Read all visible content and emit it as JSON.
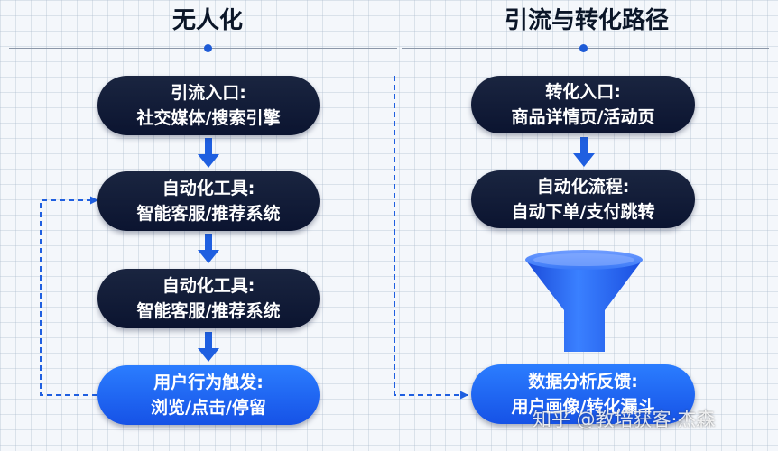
{
  "left_section": {
    "title": "无人化",
    "nodes": [
      {
        "line1": "引流入口:",
        "line2": "社交媒体/搜索引擎"
      },
      {
        "line1": "自动化工具:",
        "line2": "智能客服/推荐系统"
      },
      {
        "line1": "自动化工具:",
        "line2": "智能客服/推荐系统"
      },
      {
        "line1": "用户行为触发:",
        "line2": "浏览/点击/停留"
      }
    ]
  },
  "right_section": {
    "title": "引流与转化路径",
    "nodes": [
      {
        "line1": "转化入口:",
        "line2": "商品详情页/活动页"
      },
      {
        "line1": "自动化流程:",
        "line2": "自动下单/支付跳转"
      },
      {
        "line1": "数据分析反馈:",
        "line2": "用户画像/转化漏斗"
      }
    ]
  },
  "colors": {
    "dark_node": "#0f1a35",
    "blue_node": "#1f66f0",
    "arrow": "#1f5fe0",
    "funnel": "#2d6ff5"
  },
  "watermark": "知乎 @教培获客·杰森"
}
